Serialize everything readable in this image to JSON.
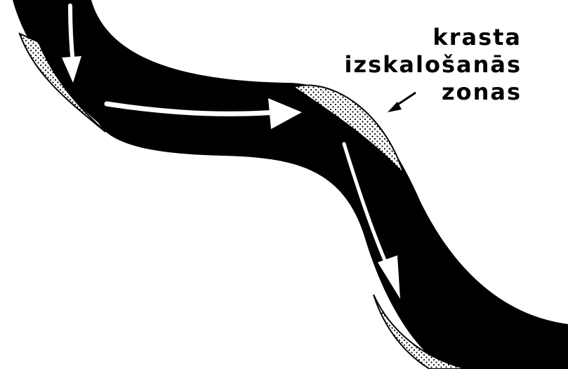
{
  "label": {
    "lines": [
      "krasta",
      "izskalošanās",
      "zonas"
    ]
  },
  "colors": {
    "river": "#000000",
    "flow_arrow": "#ffffff",
    "erosion_zone_fill": "#ffffff",
    "erosion_zone_dots": "#000000",
    "background": "#ffffff"
  },
  "icons": {
    "pointer": "arrow-icon",
    "flow": "flow-arrow-icon"
  }
}
